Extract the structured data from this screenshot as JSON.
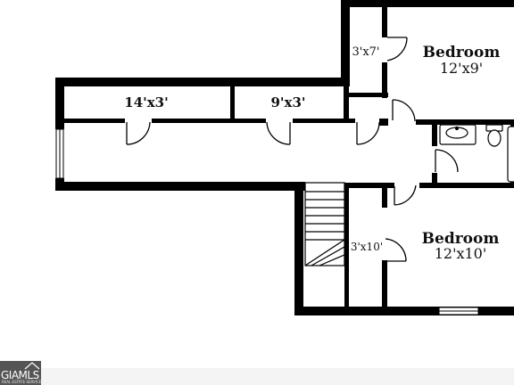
{
  "floorplan": {
    "rooms": [
      {
        "name": "Bedroom",
        "dimensions": "12'x9'"
      },
      {
        "name": "Bedroom",
        "dimensions": "12'x10'"
      }
    ],
    "closets": [
      {
        "dimensions": "14'x3'"
      },
      {
        "dimensions": "9'x3'"
      },
      {
        "dimensions": "3'x7'"
      },
      {
        "dimensions": "3'x10'"
      }
    ]
  },
  "watermark": {
    "brand": "GIAMLS",
    "tagline": "REAL ESTATE SERVICES"
  },
  "colors": {
    "wall": "#000000",
    "background": "#ffffff",
    "watermark_bg": "#555555"
  }
}
